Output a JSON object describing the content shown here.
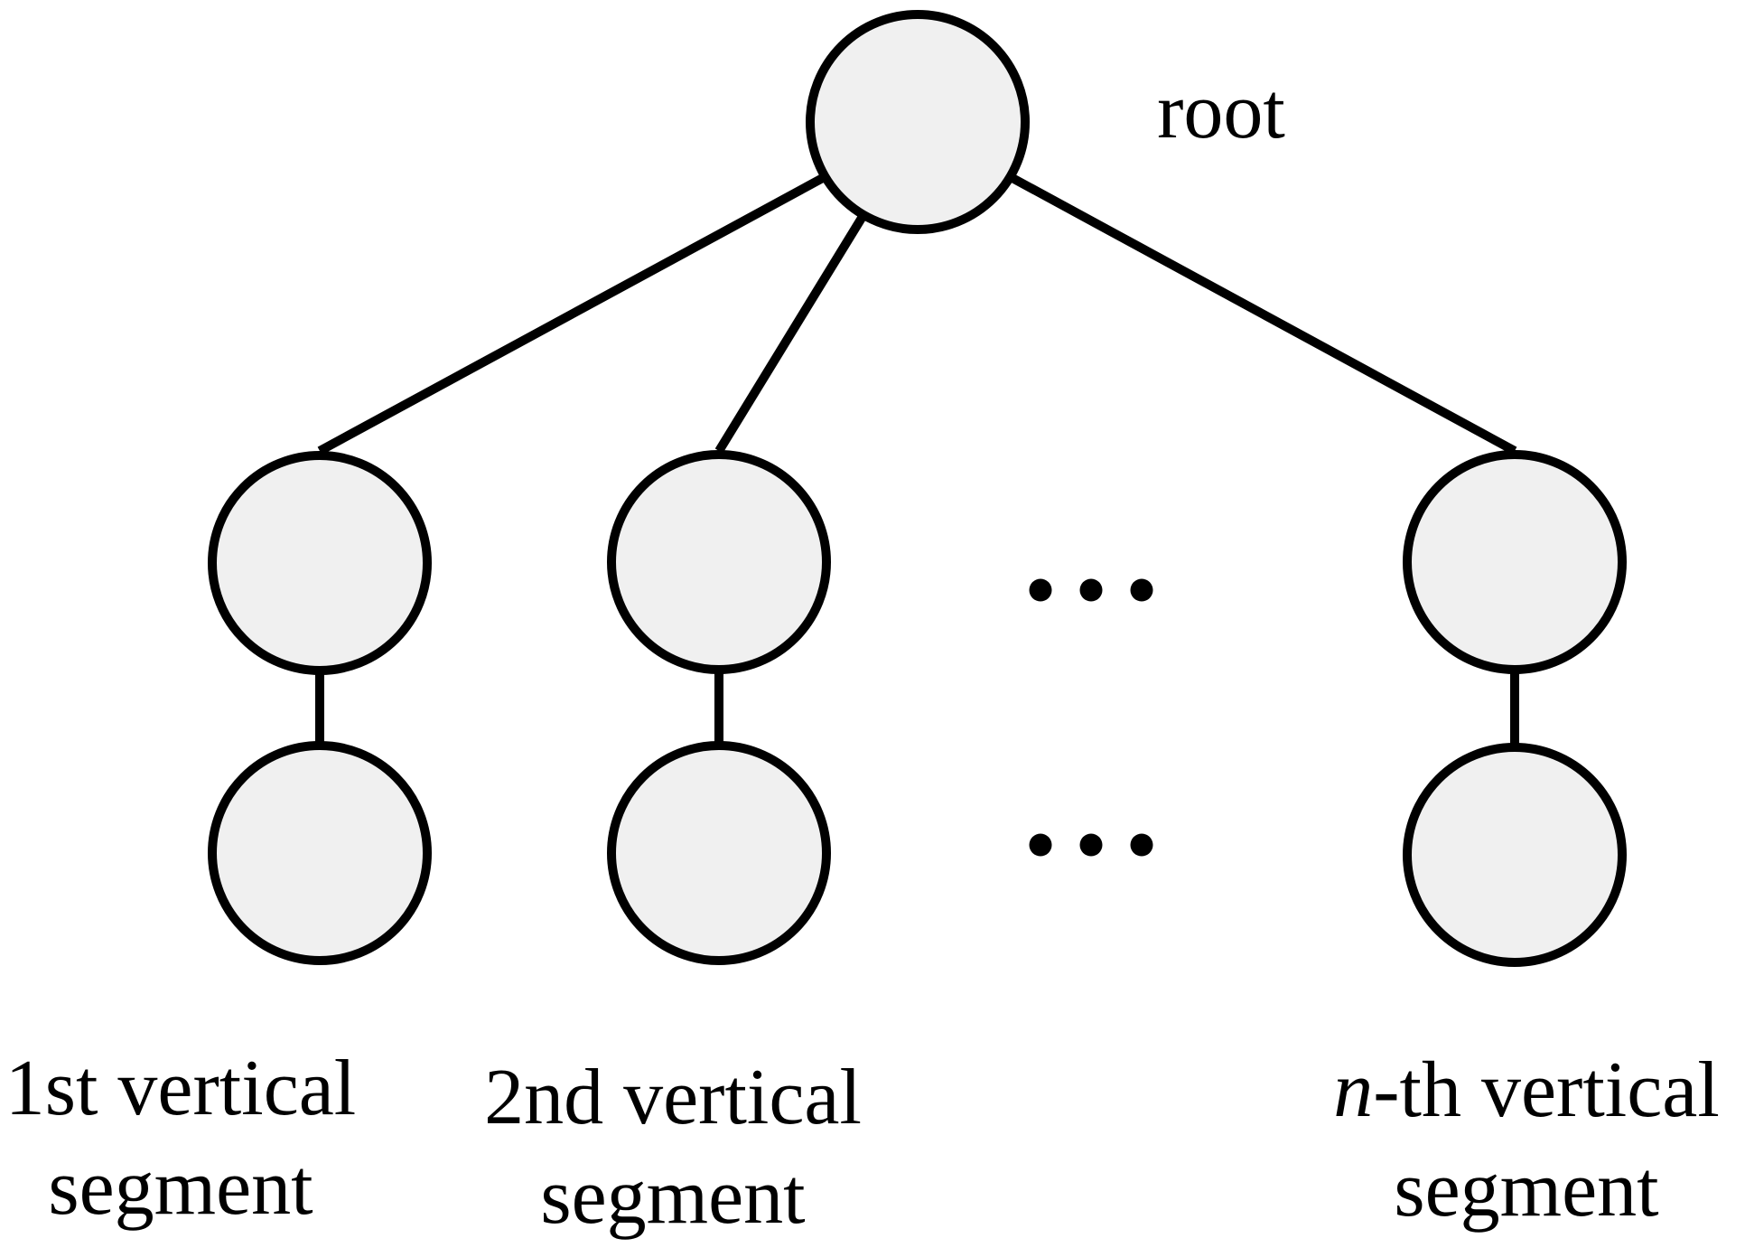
{
  "diagram": {
    "root_label": "root",
    "segments": [
      {
        "italic_lead": "",
        "line1": "1st vertical",
        "line2": "segment"
      },
      {
        "italic_lead": "",
        "line1": "2nd vertical",
        "line2": "segment"
      },
      {
        "italic_lead": "n",
        "line1": "-th vertical",
        "line2": "segment"
      }
    ],
    "ellipsis": "...",
    "colors": {
      "background": "#ffffff",
      "node_fill": "#f0f0f0",
      "node_stroke": "#000000",
      "text": "#000000"
    }
  }
}
